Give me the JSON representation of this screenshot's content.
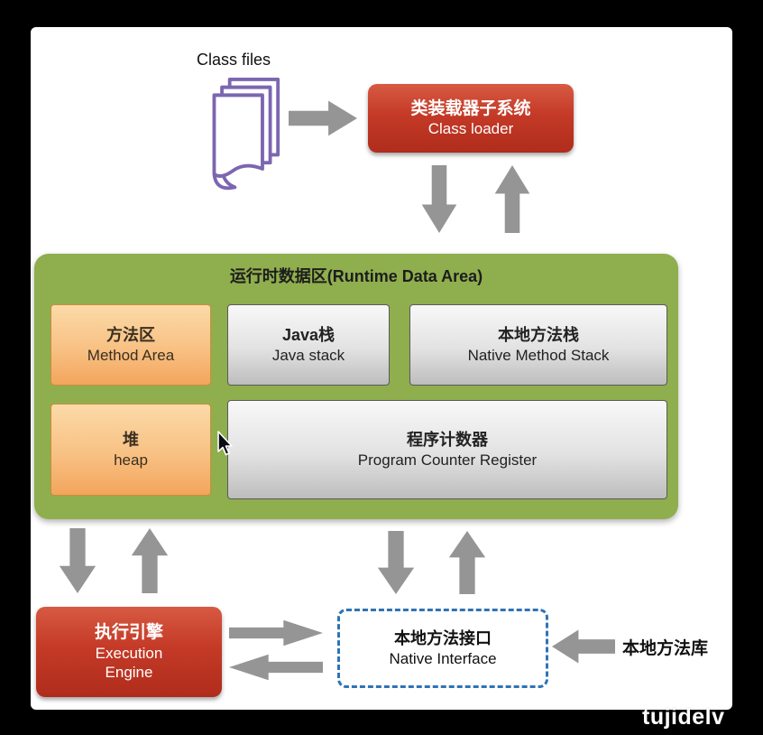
{
  "colors": {
    "background": "#000000",
    "panel": "#ffffff",
    "red_box": "#b02c1c",
    "green_area": "#8fae4d",
    "orange_box": "#f3a55c",
    "gray_box": "#d8d8d8",
    "arrow": "#959595",
    "dashed_border": "#2e74b5",
    "doc_icon_stroke": "#7c66b0"
  },
  "labels": {
    "class_files": "Class files",
    "native_library": "本地方法库",
    "watermark": "tujidelv"
  },
  "class_loader": {
    "zh": "类装载器子系统",
    "en": "Class loader"
  },
  "runtime": {
    "title": "运行时数据区(Runtime Data Area)",
    "method_area": {
      "zh": "方法区",
      "en": "Method Area"
    },
    "java_stack": {
      "zh": "Java栈",
      "en": "Java stack"
    },
    "native_method_stack": {
      "zh": "本地方法栈",
      "en": "Native Method Stack"
    },
    "heap": {
      "zh": "堆",
      "en": "heap"
    },
    "pc_register": {
      "zh": "程序计数器",
      "en": "Program Counter Register"
    }
  },
  "execution_engine": {
    "zh": "执行引擎",
    "en1": "Execution",
    "en2": "Engine"
  },
  "native_interface": {
    "zh": "本地方法接口",
    "en": "Native Interface"
  }
}
